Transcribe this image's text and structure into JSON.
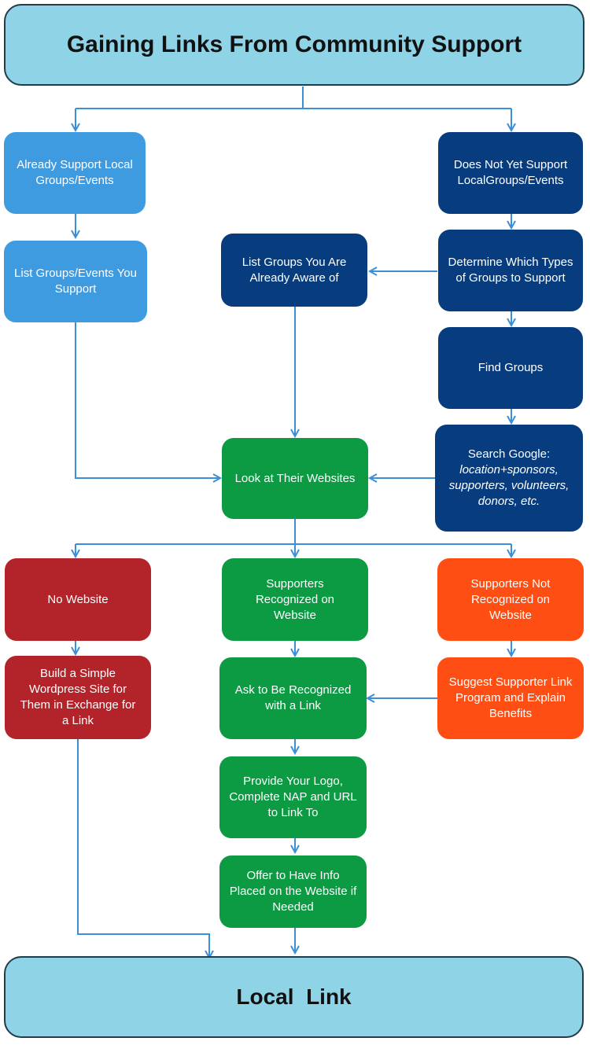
{
  "title": "Gaining Links From Community Support",
  "footer": "Local  Link",
  "colors": {
    "banner": "#8fd3e6",
    "light_blue": "#3f9be0",
    "navy": "#073d7e",
    "green": "#0c9a43",
    "red": "#b3232a",
    "orange": "#fe4e14",
    "connector": "#3a8fd8"
  },
  "nodes": {
    "already_support": "Already Support Local Groups/Events",
    "list_you_support": "List Groups/Events You Support",
    "not_yet_support": "Does Not Yet Support LocalGroups/Events",
    "determine_types": "Determine Which Types of Groups to Support",
    "list_aware": "List Groups You Are Already Aware of",
    "find_groups": "Find Groups",
    "search_google_line1": "Search Google:",
    "search_google_line2": "location+sponsors, supporters, volunteers, donors, etc.",
    "look_websites": "Look at Their Websites",
    "no_website": "No Website",
    "build_site": "Build a Simple Wordpress Site for Them in Exchange for a Link",
    "recognized": "Supporters Recognized on Website",
    "ask_recognized": "Ask to Be Recognized with a Link",
    "provide_logo": "Provide Your Logo, Complete NAP and URL to Link To",
    "offer_info": "Offer to Have Info Placed on the Website if Needed",
    "not_recognized": "Supporters Not Recognized on Website",
    "suggest_program": "Suggest Supporter Link Program and Explain  Benefits"
  }
}
